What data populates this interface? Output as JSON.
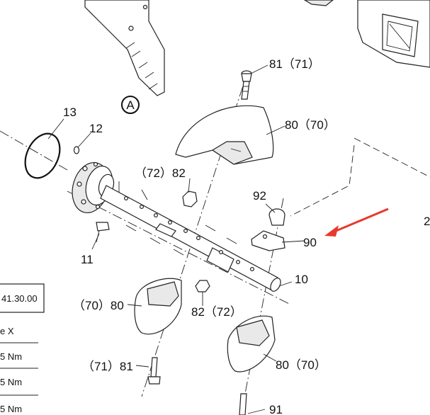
{
  "labels": {
    "l81_top": "81（71）",
    "l80_top": "80（70）",
    "l13": "13",
    "l12": "12",
    "l72_82": "（72）82",
    "l92": "92",
    "l90": "90",
    "l11": "11",
    "l10": "10",
    "l70_80_left": "（70）80",
    "l82_72": "82（72）",
    "l71_81_bottom": "（71）81",
    "l80_70_bottom": "80（70）",
    "l91": "91",
    "circle_a": "A",
    "edge_2": "2"
  },
  "left_panel": {
    "box_code": "41.30.00",
    "side_x": "e X",
    "torque_rows": [
      "5 Nm",
      "5 Nm",
      "5 Nm"
    ]
  },
  "colors": {
    "arrow": "#e8392e",
    "ink": "#222222"
  }
}
